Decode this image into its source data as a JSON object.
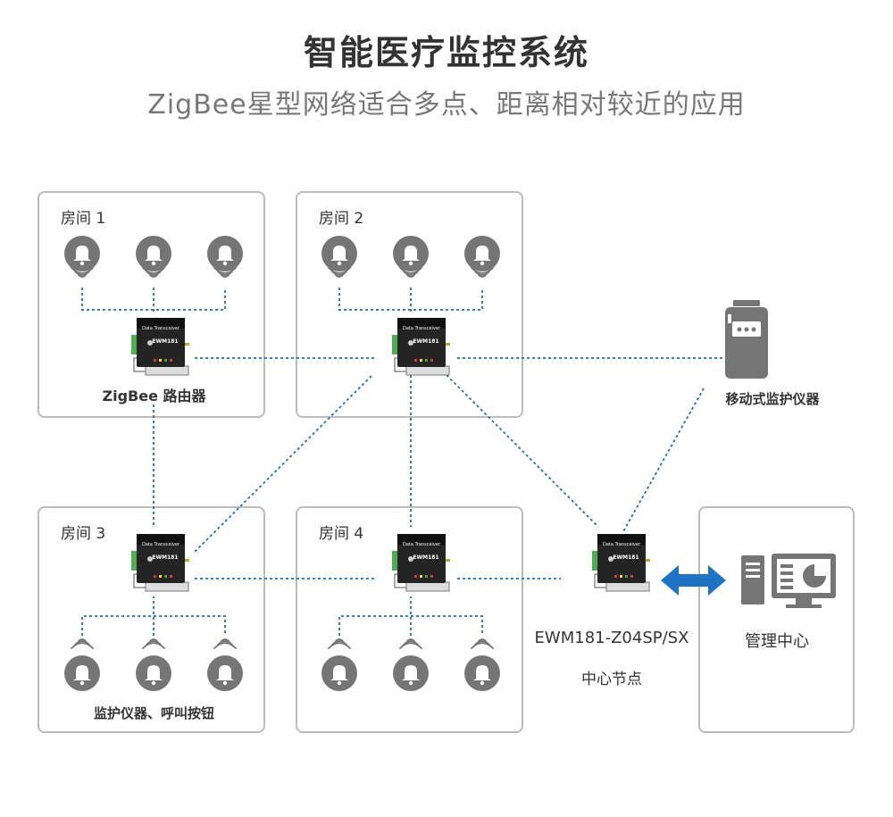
{
  "title": "智能医疗监控系统",
  "subtitle": "ZigBee星型网络适合多点、距离相对较近的应用",
  "rooms": [
    {
      "label": "房间 1"
    },
    {
      "label": "房间 2"
    },
    {
      "label": "房间 3"
    },
    {
      "label": "房间 4"
    }
  ],
  "device": {
    "header_text": "Data Transceiver",
    "model_text": "EWM181"
  },
  "labels": {
    "router": "ZigBee 路由器",
    "mobile_monitor": "移动式监护仪器",
    "devices": "监护仪器、呼叫按钮",
    "center_model": "EWM181-Z04SP/SX",
    "center_node": "中心节点",
    "management": "管理中心"
  },
  "colors": {
    "link": "#1f6fb0",
    "device_icon": "#757575",
    "arrow": "#1e73c4",
    "panel_border": "#bbbbbb"
  },
  "icons": {
    "sensor": "bell-icon",
    "wireless": "wifi-signal-icon",
    "mobile": "portable-monitor-icon",
    "management": "computer-chart-icon",
    "link_arrow": "double-arrow-icon"
  }
}
